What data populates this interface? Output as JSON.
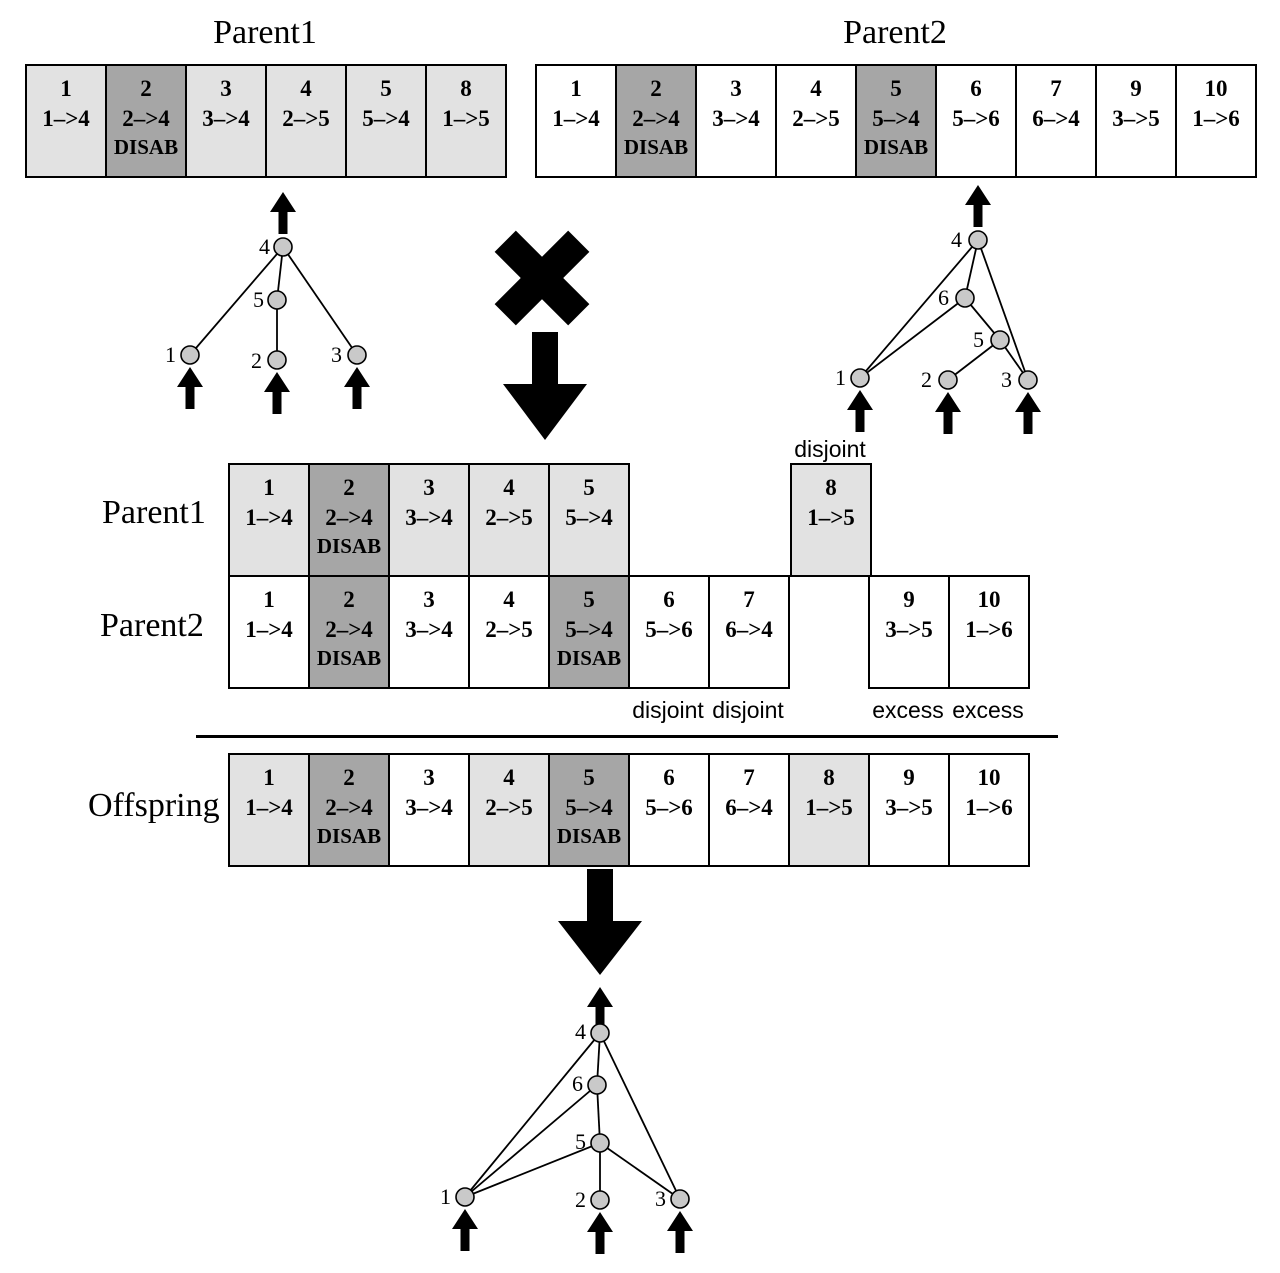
{
  "colors": {
    "gene_light": "#e2e2e2",
    "gene_disabled": "#a6a6a6",
    "gene_white": "#ffffff",
    "node_fill": "#c9c9c9"
  },
  "headers": {
    "parent1_title": "Parent1",
    "parent2_title": "Parent2"
  },
  "row_labels": {
    "parent1": "Parent1",
    "parent2": "Parent2",
    "offspring": "Offspring"
  },
  "annotations": {
    "disjoint_top": "disjoint",
    "disjoint_a": "disjoint",
    "disjoint_b": "disjoint",
    "excess_a": "excess",
    "excess_b": "excess"
  },
  "genomes": {
    "parent1_top": [
      {
        "num": "1",
        "conn": "1–>4",
        "state": ""
      },
      {
        "num": "2",
        "conn": "2–>4",
        "state": "DISAB"
      },
      {
        "num": "3",
        "conn": "3–>4",
        "state": ""
      },
      {
        "num": "4",
        "conn": "2–>5",
        "state": ""
      },
      {
        "num": "5",
        "conn": "5–>4",
        "state": ""
      },
      {
        "num": "8",
        "conn": "1–>5",
        "state": ""
      }
    ],
    "parent2_top": [
      {
        "num": "1",
        "conn": "1–>4",
        "state": ""
      },
      {
        "num": "2",
        "conn": "2–>4",
        "state": "DISAB"
      },
      {
        "num": "3",
        "conn": "3–>4",
        "state": ""
      },
      {
        "num": "4",
        "conn": "2–>5",
        "state": ""
      },
      {
        "num": "5",
        "conn": "5–>4",
        "state": "DISAB"
      },
      {
        "num": "6",
        "conn": "5–>6",
        "state": ""
      },
      {
        "num": "7",
        "conn": "6–>4",
        "state": ""
      },
      {
        "num": "9",
        "conn": "3–>5",
        "state": ""
      },
      {
        "num": "10",
        "conn": "1–>6",
        "state": ""
      }
    ],
    "parent1_mid": [
      {
        "num": "1",
        "conn": "1–>4",
        "state": ""
      },
      {
        "num": "2",
        "conn": "2–>4",
        "state": "DISAB"
      },
      {
        "num": "3",
        "conn": "3–>4",
        "state": ""
      },
      {
        "num": "4",
        "conn": "2–>5",
        "state": ""
      },
      {
        "num": "5",
        "conn": "5–>4",
        "state": ""
      }
    ],
    "parent1_mid_disjoint": {
      "num": "8",
      "conn": "1–>5",
      "state": ""
    },
    "parent2_mid": [
      {
        "num": "1",
        "conn": "1–>4",
        "state": ""
      },
      {
        "num": "2",
        "conn": "2–>4",
        "state": "DISAB"
      },
      {
        "num": "3",
        "conn": "3–>4",
        "state": ""
      },
      {
        "num": "4",
        "conn": "2–>5",
        "state": ""
      },
      {
        "num": "5",
        "conn": "5–>4",
        "state": "DISAB"
      },
      {
        "num": "6",
        "conn": "5–>6",
        "state": ""
      },
      {
        "num": "7",
        "conn": "6–>4",
        "state": ""
      }
    ],
    "parent2_mid_excess": [
      {
        "num": "9",
        "conn": "3–>5",
        "state": ""
      },
      {
        "num": "10",
        "conn": "1–>6",
        "state": ""
      }
    ],
    "offspring": [
      {
        "num": "1",
        "conn": "1–>4",
        "state": ""
      },
      {
        "num": "2",
        "conn": "2–>4",
        "state": "DISAB"
      },
      {
        "num": "3",
        "conn": "3–>4",
        "state": ""
      },
      {
        "num": "4",
        "conn": "2–>5",
        "state": ""
      },
      {
        "num": "5",
        "conn": "5–>4",
        "state": "DISAB"
      },
      {
        "num": "6",
        "conn": "5–>6",
        "state": ""
      },
      {
        "num": "7",
        "conn": "6–>4",
        "state": ""
      },
      {
        "num": "8",
        "conn": "1–>5",
        "state": ""
      },
      {
        "num": "9",
        "conn": "3–>5",
        "state": ""
      },
      {
        "num": "10",
        "conn": "1–>6",
        "state": ""
      }
    ]
  },
  "networks": {
    "parent1": {
      "labels": [
        "4",
        "5",
        "1",
        "2",
        "3"
      ]
    },
    "parent2": {
      "labels": [
        "4",
        "6",
        "5",
        "1",
        "2",
        "3"
      ]
    },
    "offspring": {
      "labels": [
        "4",
        "6",
        "5",
        "1",
        "2",
        "3"
      ]
    }
  }
}
